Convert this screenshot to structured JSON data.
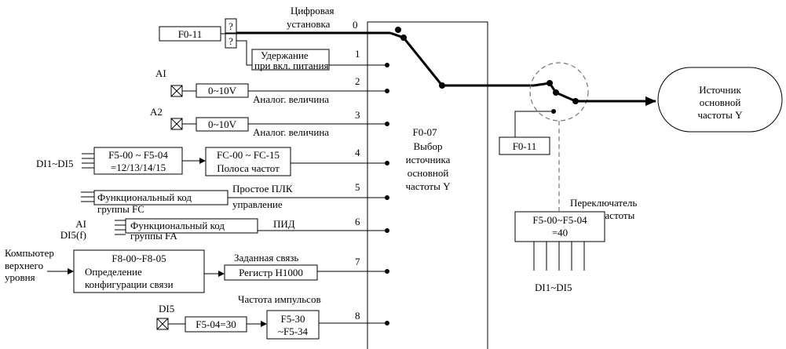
{
  "source_options": [
    {
      "index": "0",
      "line1": "Цифровая",
      "line2": "установка"
    },
    {
      "index": "1",
      "line1": "Удержание",
      "line2": "при вкл. питания"
    },
    {
      "index": "2",
      "label": "Аналог. величина"
    },
    {
      "index": "3",
      "label": "Аналог. величина"
    },
    {
      "index": "4",
      "line1": "FC-00 ~ FC-15",
      "line2": "Полоса частот"
    },
    {
      "index": "5",
      "line1": "Простое ПЛК",
      "line2": "управление"
    },
    {
      "index": "6",
      "label": "ПИД"
    },
    {
      "index": "7",
      "label": "Заданная связь",
      "box": "Регистр H1000"
    },
    {
      "index": "8",
      "label": "Частота импульсов",
      "box_line1": "F5-30",
      "box_line2": "~F5-34"
    }
  ],
  "inputs": {
    "f0_11": "F0-11",
    "question": "?",
    "ai": "AI",
    "a2": "A2",
    "range": "0~10V",
    "di_range": "DI1~DI5",
    "f5_line1": "F5-00 ~ F5-04",
    "f5_line2": "=12/13/14/15",
    "fc_line1": "Функциональный код",
    "fc_line2": "группы FC",
    "fa_ai": "AI",
    "fa_di": "DI5(f)",
    "fa_line1": "Функциональный код",
    "fa_line2": "группы FA",
    "pc_line1": "Компьютер",
    "pc_line2": "верхнего",
    "pc_line3": "уровня",
    "comm_line1": "F8-00~F8-05",
    "comm_line2": "Определение",
    "comm_line3": "конфигурации связи",
    "di5": "DI5",
    "f5_04_30": "F5-04=30"
  },
  "selector": {
    "code": "F0-07",
    "line1": "Выбор",
    "line2": "источника",
    "line3": "основной",
    "line4": "частоты Y"
  },
  "switch": {
    "f0_11": "F0-11",
    "label_line1": "Переключатель",
    "label_line2": "частоты",
    "box_line1": "F5-00~F5-04",
    "box_line2": "=40",
    "di": "DI1~DI5"
  },
  "output": {
    "line1": "Источник",
    "line2": "основной",
    "line3": "частоты Y"
  }
}
